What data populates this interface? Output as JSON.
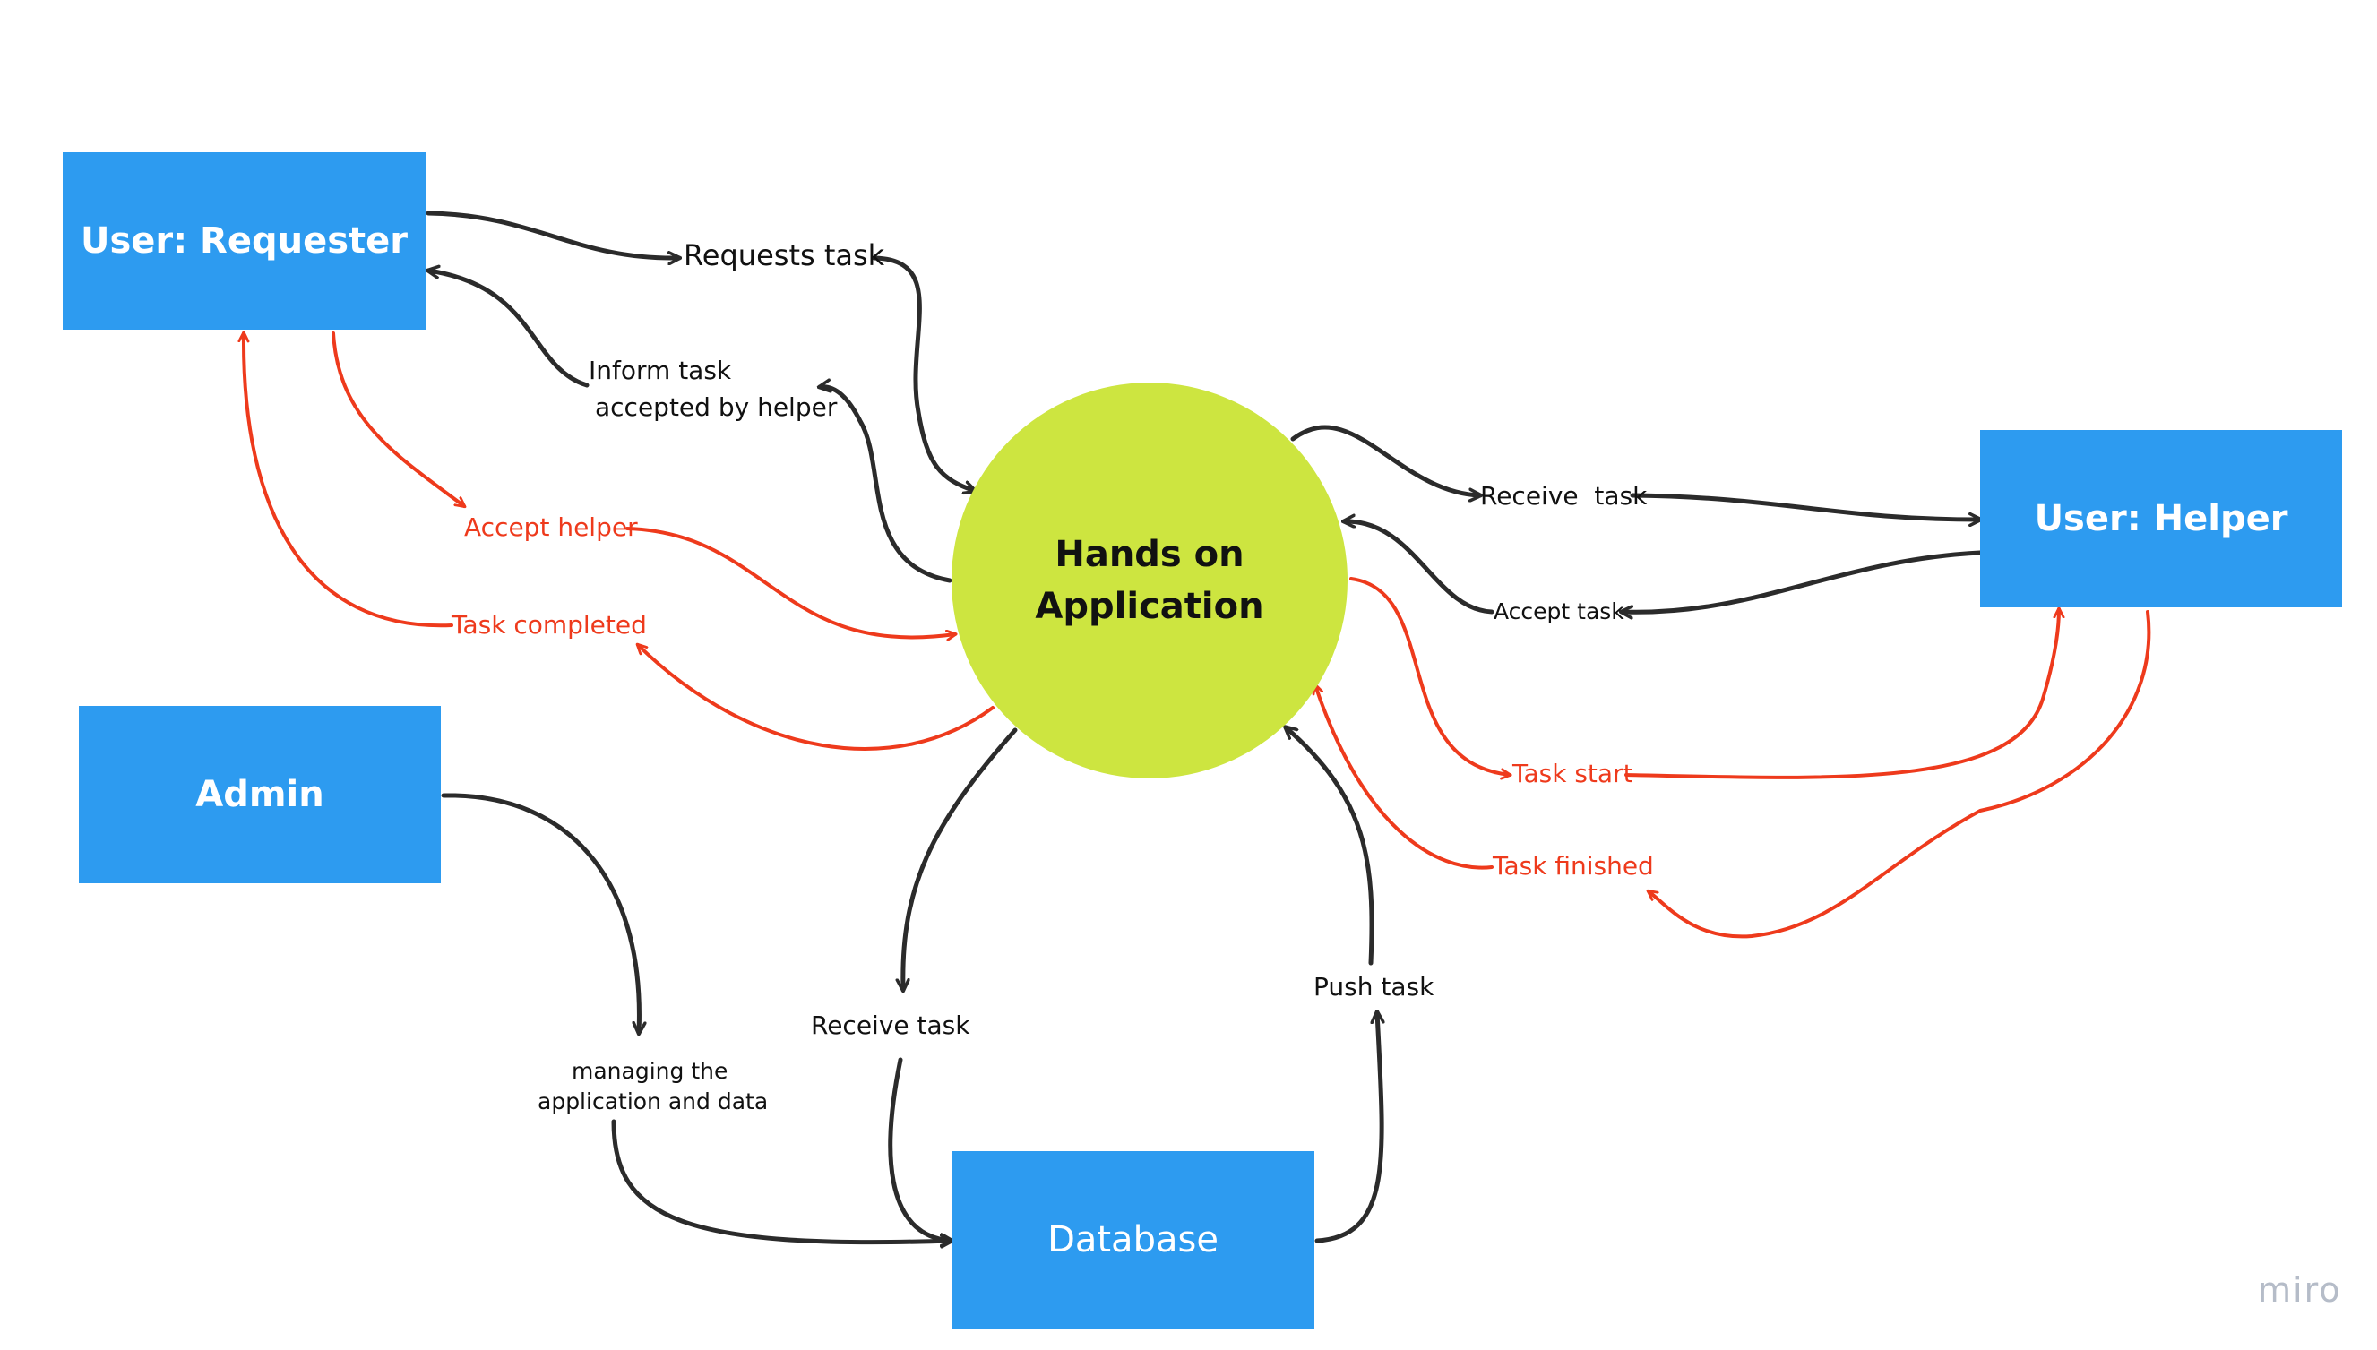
{
  "nodes": {
    "requester": "User: Requester",
    "helper": "User: Helper",
    "admin": "Admin",
    "database": "Database",
    "app_line1": "Hands on",
    "app_line2": "Application"
  },
  "labels": {
    "requests_task": "Requests task",
    "inform_line1": "Inform task",
    "inform_line2": "accepted by helper",
    "accept_helper": "Accept helper",
    "task_completed": "Task completed",
    "receive_task_helper": "Receive  task",
    "accept_task": "Accept task",
    "task_start": "Task start",
    "task_finished": "Task finished",
    "managing_line1": "managing the",
    "managing_line2": "application and data",
    "receive_task_db": "Receive task",
    "push_task": "Push task"
  },
  "watermark": "miro",
  "colors": {
    "box": "#2d9bf0",
    "app_circle": "#cde540",
    "black_arrow": "#2b2b2b",
    "red_arrow": "#ee3a1c"
  }
}
